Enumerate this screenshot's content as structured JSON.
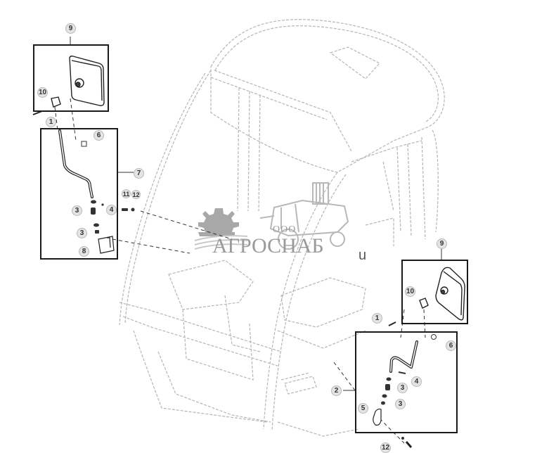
{
  "diagram": {
    "type": "exploded-parts-view",
    "subject": "cab with left and right rear-view mirror assemblies",
    "colors": {
      "linework": "#555555",
      "cab_dashed": "#b0b0b0",
      "box_border": "#1a1a1a",
      "callout_fill": "#e4e4e4",
      "watermark": "#9a9a9a"
    },
    "left_assembly": {
      "mirror_box_callout": "9",
      "bracket_box_callout": "7",
      "callouts": [
        {
          "id": "9",
          "label": "9"
        },
        {
          "id": "10",
          "label": "10"
        },
        {
          "id": "1",
          "label": "1"
        },
        {
          "id": "6",
          "label": "6"
        },
        {
          "id": "7",
          "label": "7"
        },
        {
          "id": "11",
          "label": "11"
        },
        {
          "id": "12",
          "label": "12"
        },
        {
          "id": "3a",
          "label": "3"
        },
        {
          "id": "4",
          "label": "4"
        },
        {
          "id": "3b",
          "label": "3"
        },
        {
          "id": "8",
          "label": "8"
        }
      ]
    },
    "right_assembly": {
      "mirror_box_callout": "9",
      "bracket_box_callout": "2",
      "callouts": [
        {
          "id": "9",
          "label": "9"
        },
        {
          "id": "10",
          "label": "10"
        },
        {
          "id": "1",
          "label": "1"
        },
        {
          "id": "6",
          "label": "6"
        },
        {
          "id": "4",
          "label": "4"
        },
        {
          "id": "3a",
          "label": "3"
        },
        {
          "id": "2",
          "label": "2"
        },
        {
          "id": "3b",
          "label": "3"
        },
        {
          "id": "5",
          "label": "5"
        },
        {
          "id": "12",
          "label": "12"
        }
      ]
    },
    "watermark": {
      "prefix": "ООО",
      "brand": "АГРОСНАБ",
      "suffix": "u"
    }
  }
}
